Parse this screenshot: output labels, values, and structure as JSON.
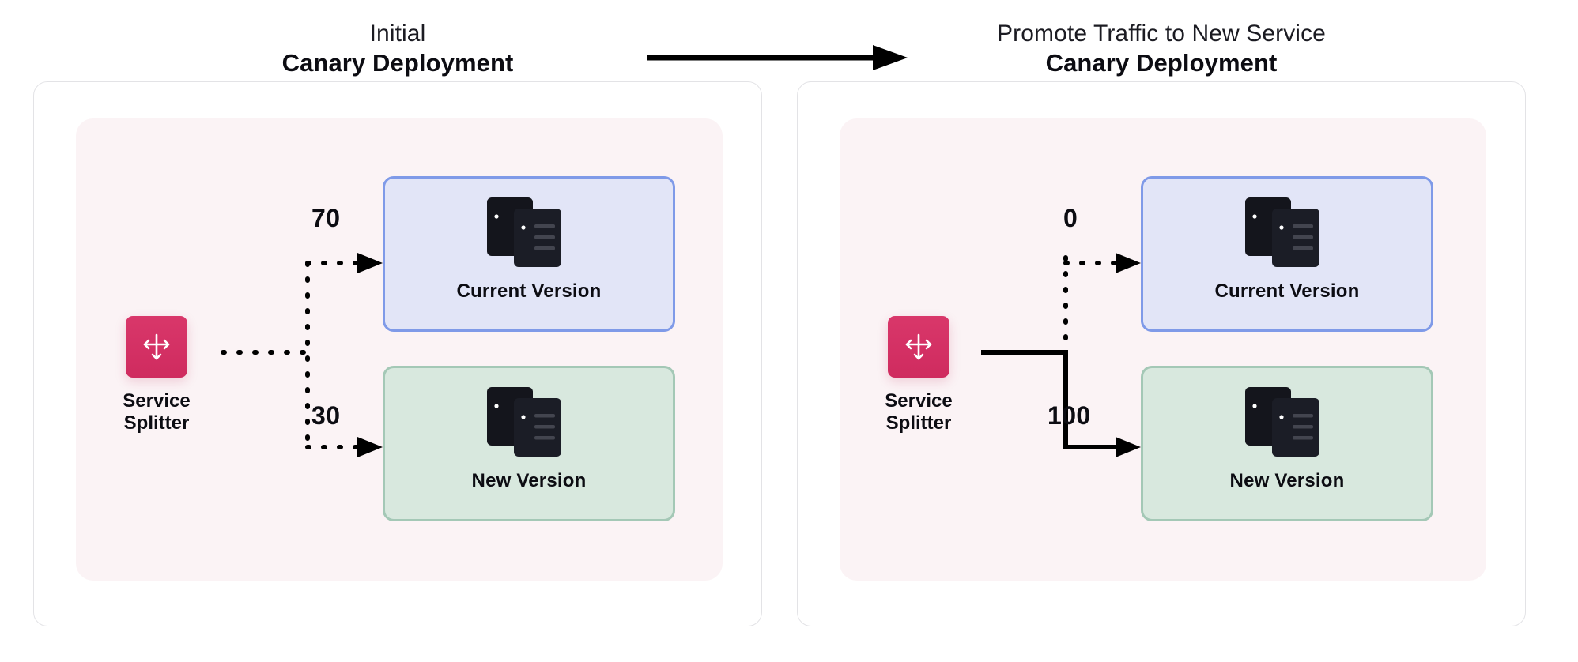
{
  "diagram": {
    "title_concept": "Canary Deployment",
    "transition_arrow_icon": "right-arrow-icon"
  },
  "colors": {
    "accent_splitter": "#d0305f",
    "current_version_fill": "#e2e5f7",
    "current_version_border": "#7f9ae8",
    "new_version_fill": "#d8e8de",
    "new_version_border": "#a4c8b6",
    "stage_background": "#fbf3f5",
    "panel_border": "#e3e3e6",
    "wire_color": "#000000"
  },
  "panels": [
    {
      "id": "initial",
      "title": {
        "sub": "Initial",
        "main": "Canary Deployment"
      },
      "splitter": {
        "icon": "move-arrows-icon",
        "caption_line1": "Service",
        "caption_line2": "Splitter"
      },
      "targets": [
        {
          "id": "current",
          "label": "Current Version",
          "icon": "server-stack-icon",
          "weight": "70",
          "wire_style": "dotted"
        },
        {
          "id": "new",
          "label": "New Version",
          "icon": "server-stack-icon",
          "weight": "30",
          "wire_style": "dotted"
        }
      ]
    },
    {
      "id": "promoted",
      "title": {
        "sub": "Promote Traffic to New Service",
        "main": "Canary Deployment"
      },
      "splitter": {
        "icon": "move-arrows-icon",
        "caption_line1": "Service",
        "caption_line2": "Splitter"
      },
      "targets": [
        {
          "id": "current",
          "label": "Current Version",
          "icon": "server-stack-icon",
          "weight": "0",
          "wire_style": "dotted"
        },
        {
          "id": "new",
          "label": "New Version",
          "icon": "server-stack-icon",
          "weight": "100",
          "wire_style": "solid"
        }
      ]
    }
  ]
}
